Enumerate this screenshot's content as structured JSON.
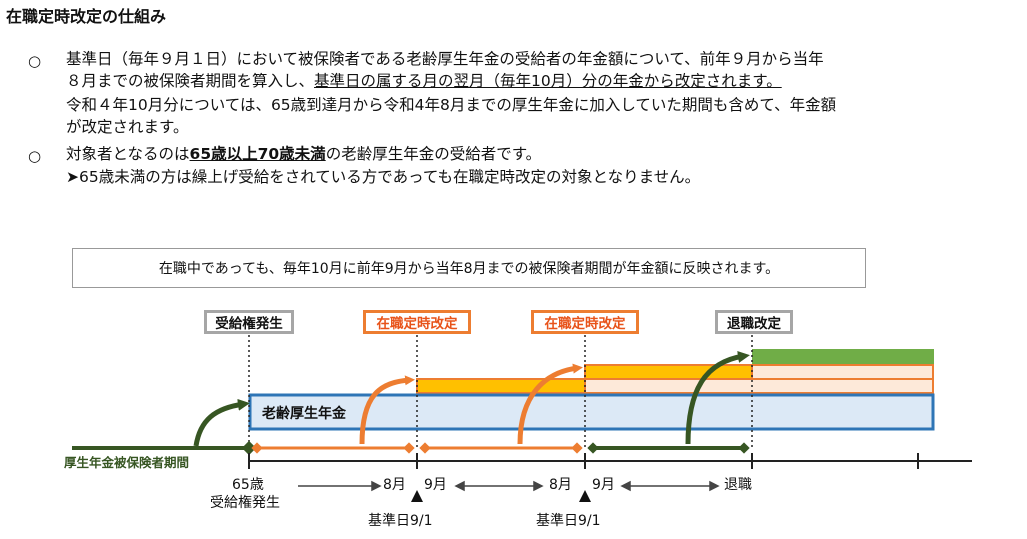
{
  "title": "在職定時改定の仕組み",
  "bullets": [
    {
      "mark": "○",
      "line1": "基準日（毎年９月１日）において被保険者である老齢厚生年金の受給者の年金額について、前年９月から当年",
      "line2a": "８月までの被保険者期間を算入し、",
      "line2b": "基準日の属する月の翌月（毎年10月）分の年金から改定されます。",
      "line3": "令和４年10月分については、65歳到達月から令和4年8月までの厚生年金に加入していた期間も含めて、年金額",
      "line4": "が改定されます。"
    },
    {
      "mark": "○",
      "line1a": "対象者となるのは",
      "line1b": "65歳以上70歳未満",
      "line1c": "の老齢厚生年金の受給者です。",
      "line2": "➤65歳未満の方は繰上げ受給をされている方であっても在職定時改定の対象となりません。"
    }
  ],
  "diagram": {
    "note": "在職中であっても、毎年10月に前年9月から当年8月までの被保険者期間が年金額に反映されます。",
    "tags": {
      "entitlement": "受給権発生",
      "in_service_1": "在職定時改定",
      "in_service_2": "在職定時改定",
      "retirement": "退職改定"
    },
    "pension_label": "老齢厚生年金",
    "period_label": "厚生年金被保険者期間",
    "axis": {
      "age65": "65歳",
      "age65_sub": "受給権発生",
      "aug1": "8月",
      "sep1": "9月",
      "aug2": "8月",
      "sep2": "9月",
      "retire": "退職",
      "base1": "基準日9/1",
      "base2": "基準日9/1"
    },
    "colors": {
      "orange": "#ed7d31",
      "yellow": "#ffc000",
      "green_dark": "#375623",
      "green_bar": "#70ad47",
      "blue": "#2e75b6",
      "blue_fill": "#dce9f6",
      "cream": "#fde9d9"
    }
  }
}
